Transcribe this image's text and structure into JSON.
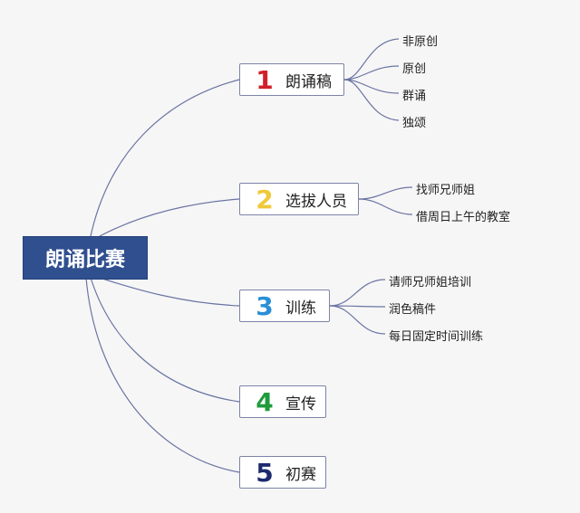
{
  "root": {
    "label": "朗诵比赛"
  },
  "branches": [
    {
      "number": "1",
      "color": "#d0202b",
      "label": "朗诵稿",
      "children": [
        "非原创",
        "原创",
        "群诵",
        "独颂"
      ]
    },
    {
      "number": "2",
      "color": "#f0c93a",
      "label": "选拔人员",
      "children": [
        "找师兄师姐",
        "借周日上午的教室"
      ]
    },
    {
      "number": "3",
      "color": "#2a8fd6",
      "label": "训练",
      "children": [
        "请师兄师姐培训",
        "润色稿件",
        "每日固定时间训练"
      ]
    },
    {
      "number": "4",
      "color": "#1e9b3c",
      "label": "宣传",
      "children": []
    },
    {
      "number": "5",
      "color": "#1e2a6e",
      "label": "初赛",
      "children": []
    }
  ],
  "line_color": "#6b74a3"
}
